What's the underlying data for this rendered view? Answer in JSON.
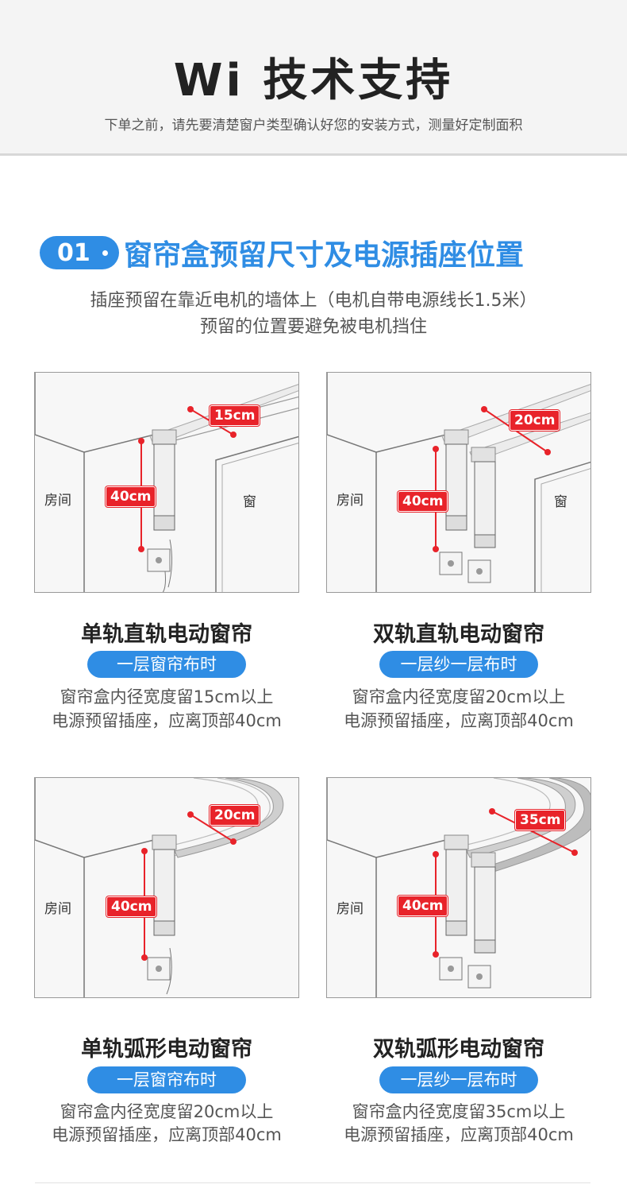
{
  "header": {
    "title": "Wi 技术支持",
    "subtitle": "下单之前，请先要清楚窗户类型确认好您的安装方式，测量好定制面积"
  },
  "section": {
    "number": "01",
    "title": "窗帘盒预留尺寸及电源插座位置",
    "desc_line1": "插座预留在靠近电机的墙体上（电机自带电源线长1.5米）",
    "desc_line2": "预留的位置要避免被电机挡住"
  },
  "cards": [
    {
      "room_label": "房间",
      "window_label": "窗",
      "width_tag": "15cm",
      "height_tag": "40cm",
      "title": "单轨直轨电动窗帘",
      "pill": "一层窗帘布时",
      "desc_line1": "窗帘盒内径宽度留15cm以上",
      "desc_line2": "电源预留插座，应离顶部40cm"
    },
    {
      "room_label": "房间",
      "window_label": "窗",
      "width_tag": "20cm",
      "height_tag": "40cm",
      "title": "双轨直轨电动窗帘",
      "pill": "一层纱一层布时",
      "desc_line1": "窗帘盒内径宽度留20cm以上",
      "desc_line2": "电源预留插座，应离顶部40cm"
    },
    {
      "room_label": "房间",
      "width_tag": "20cm",
      "height_tag": "40cm",
      "title": "单轨弧形电动窗帘",
      "pill": "一层窗帘布时",
      "desc_line1": "窗帘盒内径宽度留20cm以上",
      "desc_line2": "电源预留插座，应离顶部40cm"
    },
    {
      "room_label": "房间",
      "width_tag": "35cm",
      "height_tag": "40cm",
      "title": "双轨弧形电动窗帘",
      "pill": "一层纱一层布时",
      "desc_line1": "窗帘盒内径宽度留35cm以上",
      "desc_line2": "电源预留插座，应离顶部40cm"
    }
  ],
  "colors": {
    "accent_blue": "#2f8de4",
    "tag_red": "#e8232a"
  }
}
